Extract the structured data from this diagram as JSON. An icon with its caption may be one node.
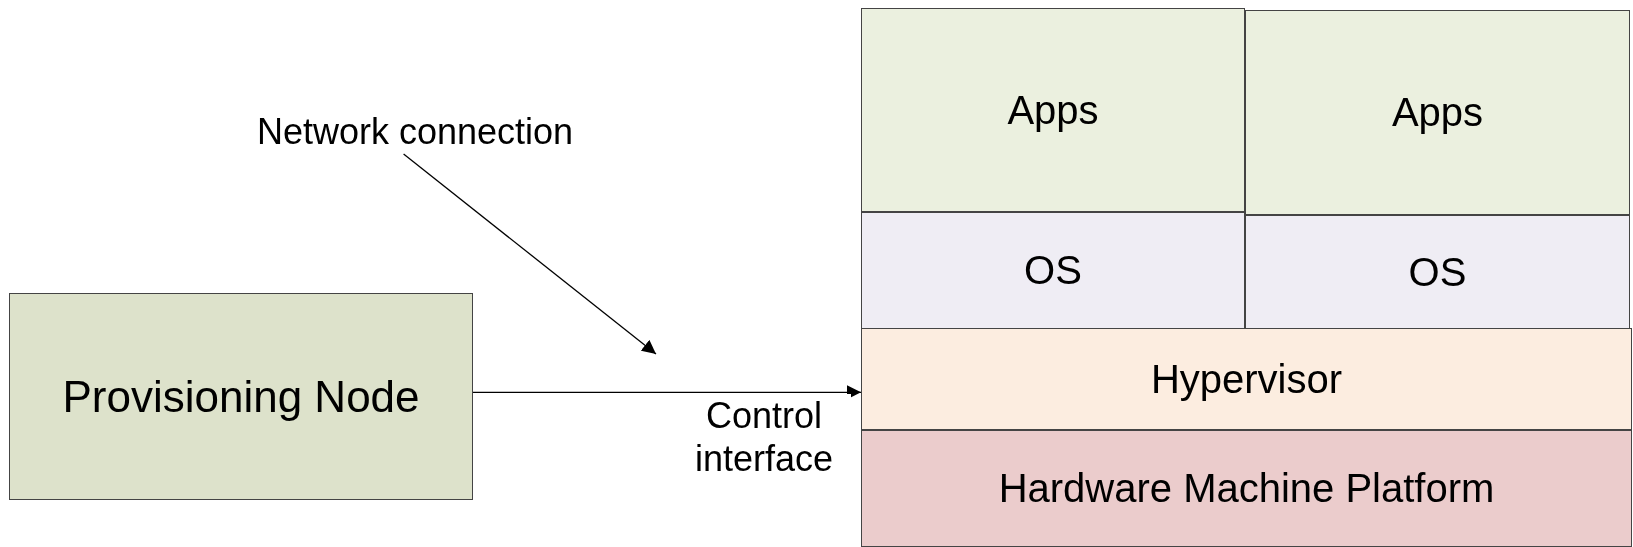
{
  "diagram": {
    "nodes": [
      {
        "text": [
          "Apps"
        ]
      },
      {
        "text": [
          "Apps"
        ]
      },
      {
        "text": [
          "Network connection"
        ]
      },
      {
        "text": [
          "OS"
        ]
      },
      {
        "text": [
          "OS"
        ]
      },
      {
        "text": [
          "Provisioning Node"
        ]
      },
      {
        "text": [
          "Hypervisor"
        ]
      },
      {
        "text": [
          "Hardware Machine Platform"
        ]
      }
    ],
    "edges": [
      {
        "from": 5,
        "to": 6,
        "arrow": "to",
        "label": "Control interface"
      },
      {
        "from": 2,
        "to": null,
        "arrow": "to"
      }
    ]
  }
}
